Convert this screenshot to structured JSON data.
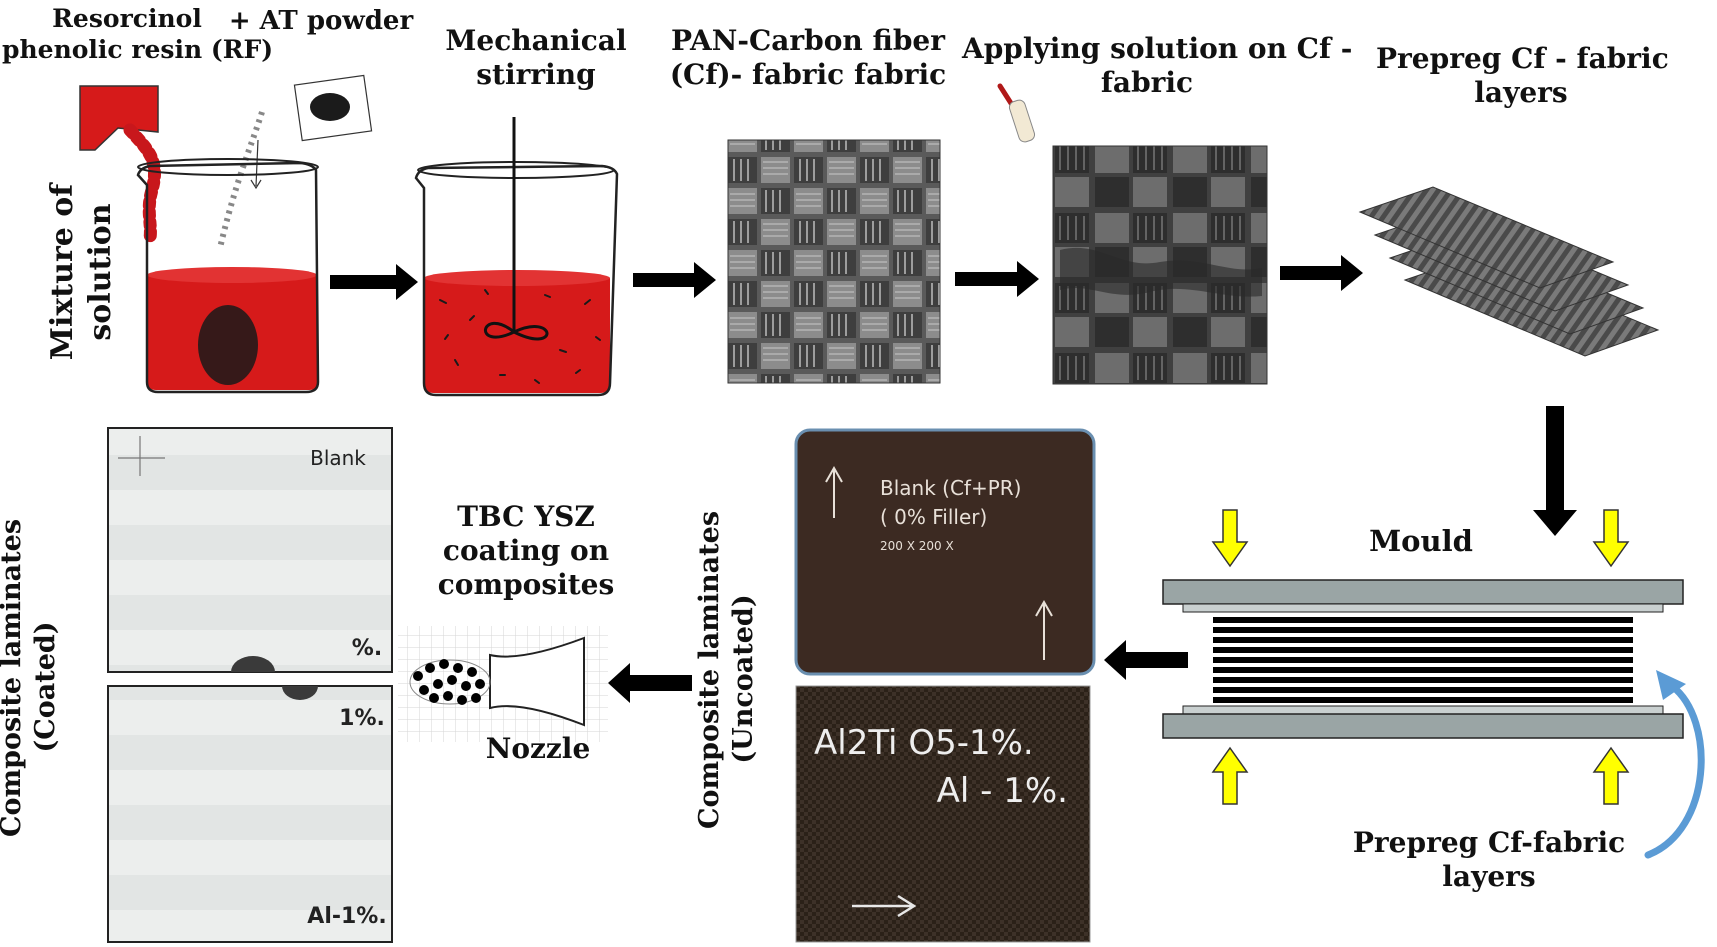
{
  "top_labels": {
    "resin_line1": "Resorcinol",
    "resin_line2": "phenolic resin (RF)",
    "powder": "+ AT powder",
    "stirring_line1": "Mechanical",
    "stirring_line2": "stirring",
    "fiber_line1": "PAN-Carbon fiber",
    "fiber_line2": "(Cf)- fabric fabric",
    "applying_line1": "Applying solution on Cf -",
    "applying_line2": "fabric",
    "prepreg_line1": "Prepreg Cf - fabric",
    "prepreg_line2": "layers"
  },
  "side_labels": {
    "mixture_line1": "Mixture of",
    "mixture_line2": "solution",
    "coated_line1": "Composite laminates",
    "coated_line2": "(Coated)",
    "uncoated_line1": "Composite laminates",
    "uncoated_line2": "(Uncoated)"
  },
  "bottom_labels": {
    "tbc_line1": "TBC YSZ",
    "tbc_line2": "coating on",
    "tbc_line3": "composites",
    "nozzle": "Nozzle",
    "mould": "Mould",
    "prepreg_line1": "Prepreg Cf-fabric",
    "prepreg_line2": "layers"
  },
  "sample_marks": {
    "coated_top": "Blank",
    "coated_top_pct": "%.",
    "coated_bottom_pct": "1%.",
    "coated_bottom": "Al-1%.",
    "uncoated_top_line1": "Blank (Cf+PR)",
    "uncoated_top_line2": "( 0% Filler)",
    "uncoated_top_line3": "200 X 200 X",
    "uncoated_bottom_line1": "Al2Ti O5-1%.",
    "uncoated_bottom_line2": "Al - 1%."
  },
  "colors": {
    "resin": "#d61a1a",
    "arrow": "#000000",
    "mould_plate": "#9aa5a5",
    "press_arrow": "#ffff00",
    "curve_arrow": "#5b9bd5",
    "coated": "#eef0ef",
    "uncoated": "#3c2a22"
  }
}
